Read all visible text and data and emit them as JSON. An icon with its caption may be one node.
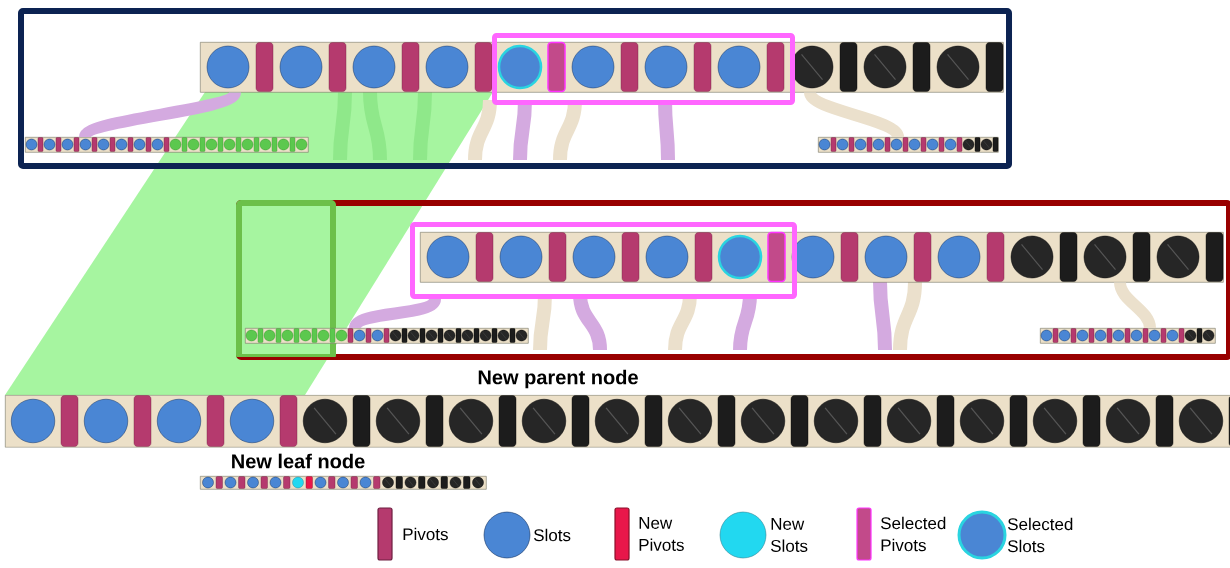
{
  "diagram": {
    "nodes": [
      {
        "text": [],
        "shape": "box"
      },
      {
        "text": [],
        "shape": "bar",
        "in": 0
      },
      {
        "text": [],
        "shape": "box",
        "in": 0
      },
      {
        "text": [],
        "shape": "bar",
        "in": 0
      },
      {
        "text": [],
        "shape": "bar",
        "in": 0
      },
      {
        "text": [],
        "shape": "box"
      },
      {
        "text": [],
        "shape": "box",
        "in": 5
      },
      {
        "text": [],
        "shape": "bar",
        "in": 5
      },
      {
        "text": [],
        "shape": "box",
        "in": 5
      },
      {
        "text": [],
        "shape": "bar",
        "in": 5
      },
      {
        "text": [],
        "shape": "bar",
        "in": 5
      },
      {
        "text": [
          "New parent node"
        ]
      },
      {
        "text": [
          "New leaf node"
        ]
      }
    ],
    "edges": [
      {
        "from": 1,
        "to": 3,
        "arrow": "none",
        "color": "#d4aae0"
      },
      {
        "from": 1,
        "to": 4,
        "arrow": "none",
        "color": "#ebe0cc"
      },
      {
        "from": 8,
        "to": 9,
        "arrow": "none",
        "color": "#d4aae0"
      },
      {
        "from": 7,
        "to": 10,
        "arrow": "none",
        "color": "#ebe0cc"
      }
    ],
    "legend": [
      {
        "text": "Pivots"
      },
      {
        "text": "Slots"
      },
      {
        "text": "New Pivots"
      },
      {
        "text": "New Slots"
      },
      {
        "text": "Selected Pivots"
      },
      {
        "text": "Selected Slots"
      }
    ]
  }
}
